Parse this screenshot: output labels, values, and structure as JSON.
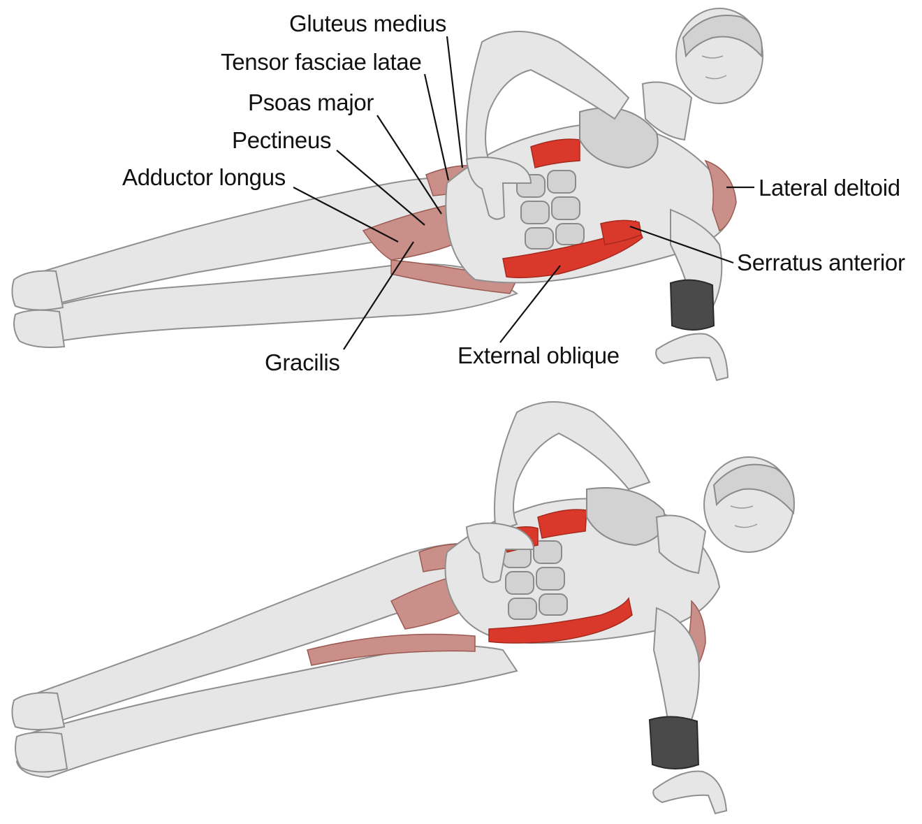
{
  "labels": {
    "gluteus_medius": "Gluteus medius",
    "tensor_fasciae_latae": "Tensor fasciae latae",
    "psoas_major": "Psoas major",
    "pectineus": "Pectineus",
    "adductor_longus": "Adductor longus",
    "gracilis": "Gracilis",
    "external_oblique": "External oblique",
    "lateral_deltoid": "Lateral deltoid",
    "serratus_anterior": "Serratus anterior"
  },
  "colors": {
    "target_muscle": "#d9382a",
    "secondary_muscle": "#c98f88",
    "body": "#e6e6e6",
    "leader_line": "#111111"
  },
  "figures": [
    {
      "pose": "start-position",
      "annotated": true
    },
    {
      "pose": "raised-position",
      "annotated": false
    }
  ]
}
